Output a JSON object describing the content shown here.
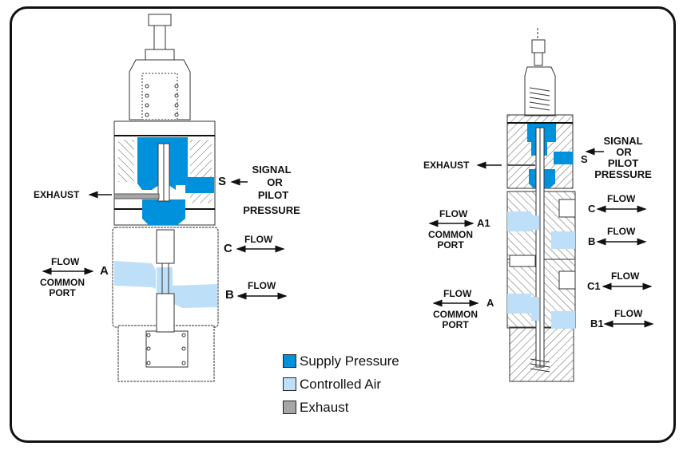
{
  "colors": {
    "supply": "#0091dd",
    "controlled": "#bddff7",
    "exhaust": "#a6a6a6",
    "line": "#222222"
  },
  "left_valve": {
    "labels": {
      "exhaust": "EXHAUST",
      "s_port": "S",
      "signal_lines": [
        "SIGNAL",
        "OR",
        "PILOT",
        "PRESSURE"
      ],
      "c_port": "C",
      "c_flow": "FLOW",
      "b_port": "B",
      "b_flow": "FLOW",
      "a_port": "A",
      "a_flow": "FLOW",
      "common_lines": [
        "COMMON",
        "PORT"
      ]
    }
  },
  "right_valve": {
    "labels": {
      "exhaust": "EXHAUST",
      "s_port": "S",
      "signal_lines": [
        "SIGNAL",
        "OR",
        "PILOT",
        "PRESSURE"
      ],
      "c_port": "C",
      "c_flow": "FLOW",
      "b_port": "B",
      "b_flow": "FLOW",
      "a1_port": "A1",
      "a1_flow": "FLOW",
      "a1_common_lines": [
        "COMMON",
        "PORT"
      ],
      "c1_port": "C1",
      "c1_flow": "FLOW",
      "b1_port": "B1",
      "b1_flow": "FLOW",
      "a_port": "A",
      "a_flow": "FLOW",
      "a_common_lines": [
        "COMMON",
        "PORT"
      ]
    }
  },
  "legend": [
    {
      "label": "Supply Pressure",
      "color": "#0091dd"
    },
    {
      "label": "Controlled Air",
      "color": "#bddff7"
    },
    {
      "label": "Exhaust",
      "color": "#a6a6a6"
    }
  ]
}
